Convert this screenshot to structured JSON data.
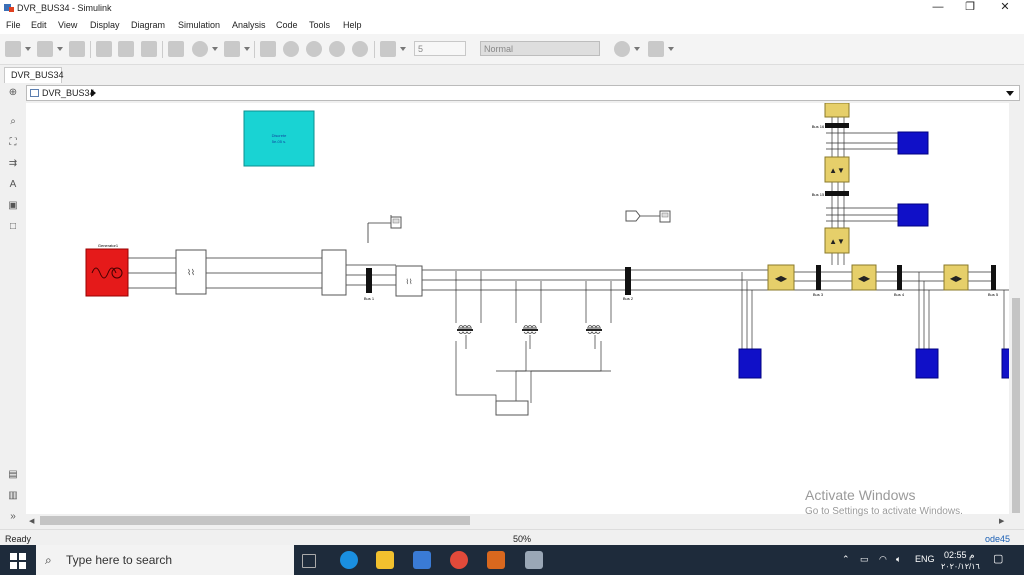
{
  "window": {
    "title": "DVR_BUS34 - Simulink",
    "minimize_glyph": "—",
    "restore_glyph": "❐",
    "close_glyph": "✕"
  },
  "menu": [
    "File",
    "Edit",
    "View",
    "Display",
    "Diagram",
    "Simulation",
    "Analysis",
    "Code",
    "Tools",
    "Help"
  ],
  "toolbar": {
    "stop_time": "5",
    "sim_mode": "Normal"
  },
  "tab": {
    "label": "DVR_BUS34"
  },
  "address": {
    "path": "DVR_BUS34"
  },
  "canvas": {
    "constant_block": {
      "line1": "Discrete",
      "line2": "5e-05 s."
    },
    "generator_label": "Generator1",
    "bus_labels": [
      "Bus 1",
      "Bus 2",
      "Bus 3",
      "Bus 4",
      "Bus 5",
      "Bus 16",
      "Bus 15"
    ],
    "colors": {
      "generator": "#e51a1a",
      "load": "#1010c8",
      "line_block": "#e6cf6a",
      "powergui": "#19d3d3"
    }
  },
  "status": {
    "left": "Ready",
    "zoom": "50%",
    "solver": "ode45"
  },
  "watermark": {
    "line1": "Activate Windows",
    "line2": "Go to Settings to activate Windows."
  },
  "taskbar": {
    "search_placeholder": "Type here to search",
    "language": "ENG",
    "time": "02:55 م",
    "date": "٢٠٢٠/١٢/١٦"
  }
}
